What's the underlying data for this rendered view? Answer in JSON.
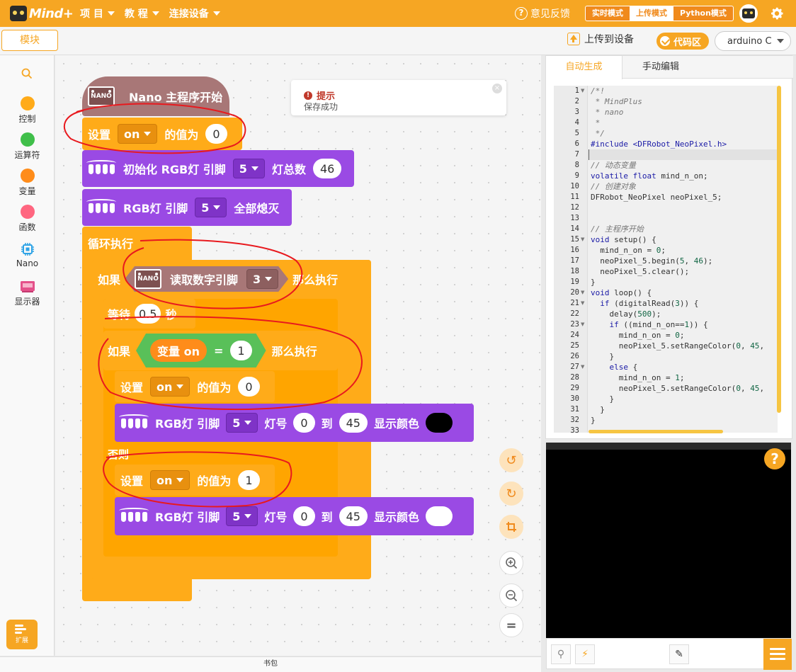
{
  "topbar": {
    "logo_text": "Mind+",
    "menus": [
      "项 目",
      "教 程",
      "连接设备"
    ],
    "feedback": "意见反馈",
    "modes": [
      "实时模式",
      "上传模式",
      "Python模式"
    ],
    "active_mode": "上传模式"
  },
  "toolbar2": {
    "modules_tab": "模块",
    "upload_label": "上传到设备",
    "code_toggle": "代码区",
    "device": "arduino C"
  },
  "sidebar": {
    "categories": [
      {
        "label": "控制",
        "color": "#ffab19",
        "icon": "circle"
      },
      {
        "label": "运算符",
        "color": "#40bf4a",
        "icon": "circle"
      },
      {
        "label": "变量",
        "color": "#ff8c1a",
        "icon": "circle"
      },
      {
        "label": "函数",
        "color": "#ff6680",
        "icon": "circle"
      },
      {
        "label": "Nano",
        "color": "#2ea3e6",
        "icon": "chip-icon"
      },
      {
        "label": "显示器",
        "color": "#e4508a",
        "icon": "display-icon"
      }
    ],
    "extension_label": "扩展"
  },
  "toast": {
    "title": "提示",
    "message": "保存成功"
  },
  "blocks": {
    "hat": {
      "board": "NANO",
      "label": "Nano 主程序开始"
    },
    "set1": {
      "prefix": "设置",
      "var": "on",
      "suffix": "的值为",
      "value": "0"
    },
    "init": {
      "label": "初始化 RGB灯 引脚",
      "pin": "5",
      "count_label": "灯总数",
      "count": "46"
    },
    "clear": {
      "label": "RGB灯 引脚",
      "pin": "5",
      "suffix": "全部熄灭"
    },
    "loop": {
      "label": "循环执行"
    },
    "if1": {
      "prefix": "如果",
      "board": "NANO",
      "label": "读取数字引脚",
      "pin": "3",
      "suffix": "那么执行"
    },
    "wait": {
      "prefix": "等待",
      "value": "0.5",
      "suffix": "秒"
    },
    "if2": {
      "prefix": "如果",
      "var_label": "变量 on",
      "op": "=",
      "value": "1",
      "suffix": "那么执行"
    },
    "set2": {
      "prefix": "设置",
      "var": "on",
      "suffix": "的值为",
      "value": "0"
    },
    "rgb1": {
      "label": "RGB灯 引脚",
      "pin": "5",
      "led_label": "灯号",
      "from": "0",
      "to_label": "到",
      "to": "45",
      "color_label": "显示颜色",
      "color": "#000000"
    },
    "else": {
      "label": "否则"
    },
    "set3": {
      "prefix": "设置",
      "var": "on",
      "suffix": "的值为",
      "value": "1"
    },
    "rgb2": {
      "label": "RGB灯 引脚",
      "pin": "5",
      "led_label": "灯号",
      "from": "0",
      "to_label": "到",
      "to": "45",
      "color_label": "显示颜色",
      "color": "#ffffff"
    }
  },
  "bottom": {
    "bookbag": "书包"
  },
  "code_panel": {
    "tabs": [
      "自动生成",
      "手动编辑"
    ],
    "active_tab": "自动生成",
    "lines": [
      "/*!",
      " * MindPlus",
      " * nano",
      " *",
      " */",
      "#include <DFRobot_NeoPixel.h>",
      "",
      "// 动态变量",
      "volatile float mind_n_on;",
      "// 创建对象",
      "DFRobot_NeoPixel neoPixel_5;",
      "",
      "",
      "// 主程序开始",
      "void setup() {",
      "  mind_n_on = 0;",
      "  neoPixel_5.begin(5, 46);",
      "  neoPixel_5.clear();",
      "}",
      "void loop() {",
      "  if (digitalRead(3)) {",
      "    delay(500);",
      "    if ((mind_n_on==1)) {",
      "      mind_n_on = 0;",
      "      neoPixel_5.setRangeColor(0, 45,",
      "    }",
      "    else {",
      "      mind_n_on = 1;",
      "      neoPixel_5.setRangeColor(0, 45,",
      "    }",
      "  }",
      "}",
      ""
    ],
    "line_numbers": [
      "1",
      "2",
      "3",
      "4",
      "5",
      "6",
      "7",
      "8",
      "9",
      "10",
      "11",
      "12",
      "13",
      "14",
      "15",
      "16",
      "17",
      "18",
      "19",
      "20",
      "21",
      "22",
      "23",
      "24",
      "25",
      "26",
      "27",
      "28",
      "29",
      "30",
      "31",
      "32",
      "33"
    ],
    "fold_lines": [
      1,
      15,
      20,
      21,
      23,
      27
    ]
  },
  "terminal": {
    "help": "?"
  },
  "colors": {
    "brand": "#f6a623",
    "control_block": "#ffab19",
    "rgb_block": "#9a4ae4",
    "board_block": "#a87777",
    "operator_block": "#59c059",
    "annotation_red": "#e8191e"
  }
}
